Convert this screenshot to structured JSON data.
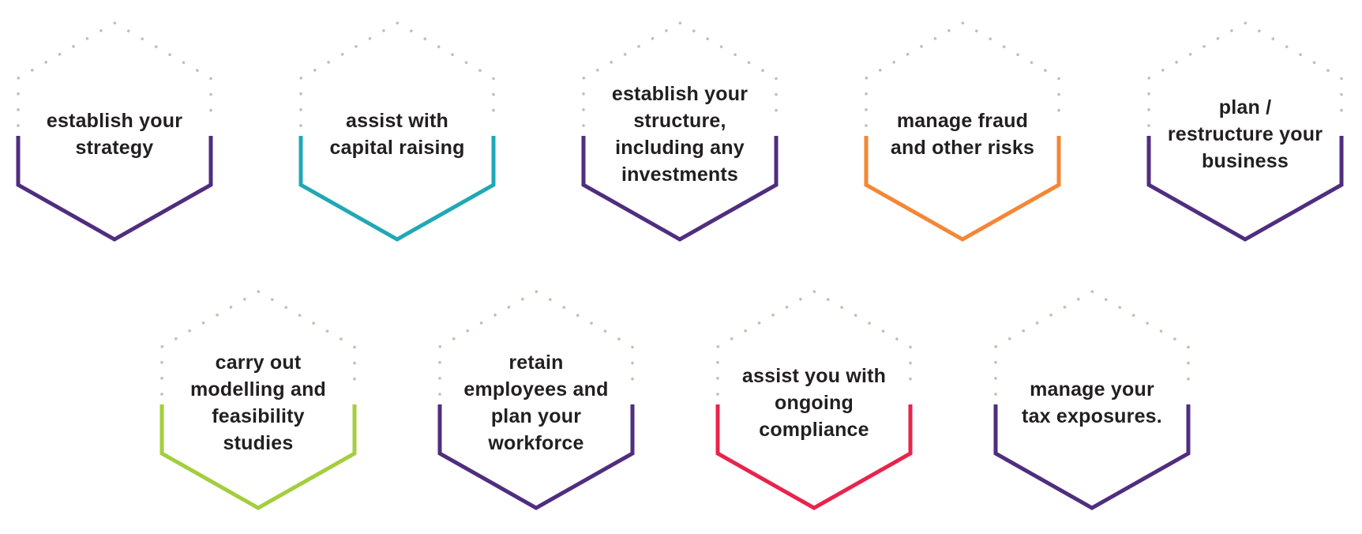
{
  "page": {
    "background": "#FFFFFF"
  },
  "style": {
    "text_color": "#231F20",
    "dot_color": "#C6BEB5",
    "palette": {
      "purple": "#4F2D7F",
      "teal": "#20A8B5",
      "orange": "#F58634",
      "green": "#A3CE3E",
      "red": "#E9234B"
    }
  },
  "hexagons": {
    "rows": [
      {
        "items": [
          {
            "name": "establish-your-strategy",
            "label": "establish your\nstrategy",
            "color": "#4F2D7F"
          },
          {
            "name": "assist-with-capital-raising",
            "label": "assist with\ncapital raising",
            "color": "#20A8B5"
          },
          {
            "name": "establish-your-structure-including-any-investments",
            "label": "establish your\nstructure,\nincluding any\ninvestments",
            "color": "#4F2D7F"
          },
          {
            "name": "manage-fraud-and-other-risks",
            "label": "manage fraud\nand other risks",
            "color": "#F58634"
          },
          {
            "name": "plan-restructure-your-business",
            "label": "plan /\nrestructure your\nbusiness",
            "color": "#4F2D7F"
          }
        ]
      },
      {
        "items": [
          {
            "name": "carry-out-modelling-and-feasibility-studies",
            "label": "carry out\nmodelling and\nfeasibility\nstudies",
            "color": "#A3CE3E"
          },
          {
            "name": "retain-employees-and-plan-your-workforce",
            "label": "retain\nemployees and\nplan your\nworkforce",
            "color": "#4F2D7F"
          },
          {
            "name": "assist-you-with-ongoing-compliance",
            "label": "assist you with\nongoing\ncompliance",
            "color": "#E9234B"
          },
          {
            "name": "manage-your-tax-exposures",
            "label": "manage your\ntax exposures.",
            "color": "#4F2D7F"
          }
        ]
      }
    ]
  }
}
